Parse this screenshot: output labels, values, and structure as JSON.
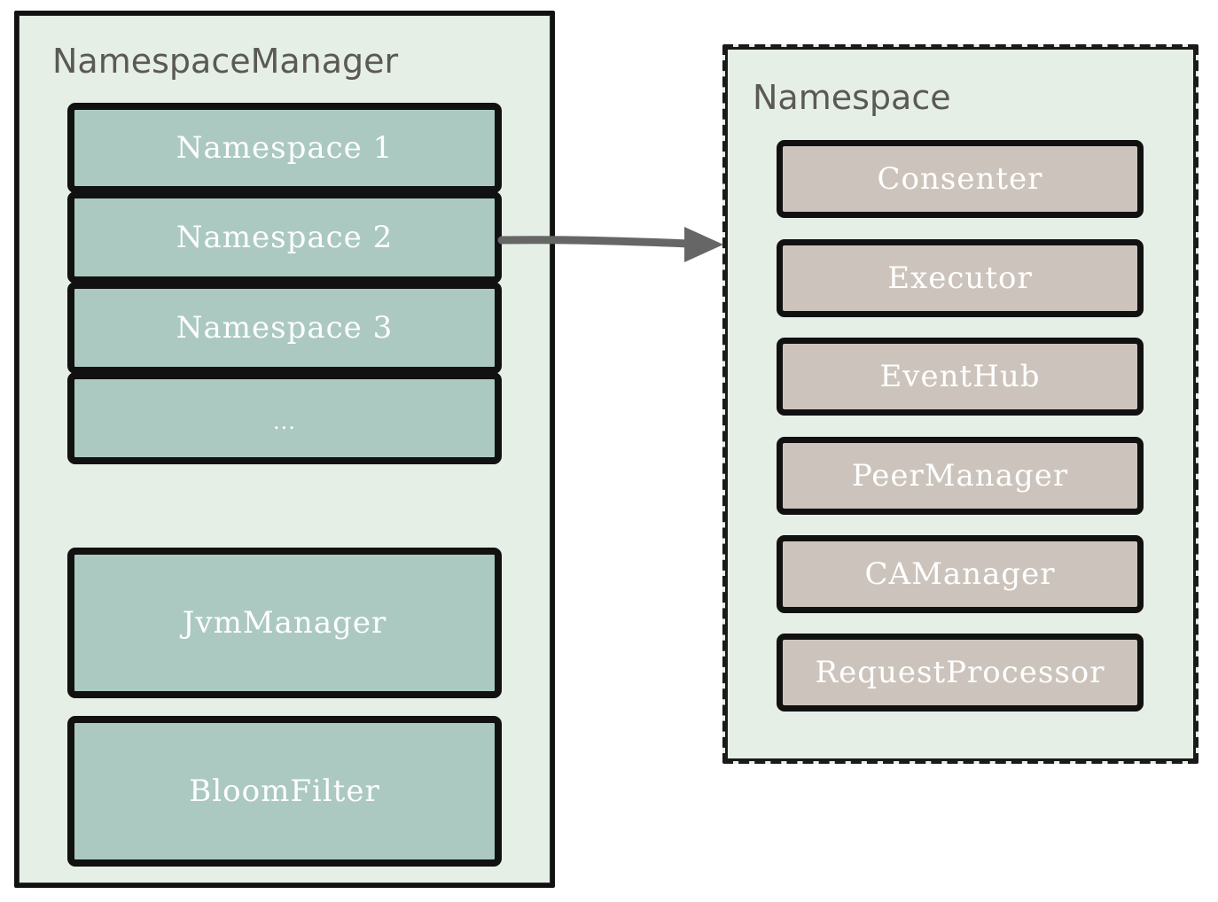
{
  "namespace_manager": {
    "title": "NamespaceManager",
    "namespaces": [
      "Namespace 1",
      "Namespace 2",
      "Namespace 3",
      "..."
    ],
    "jvm_manager": "JvmManager",
    "bloom_filter": "BloomFilter"
  },
  "namespace": {
    "title": "Namespace",
    "components": [
      "Consenter",
      "Executor",
      "EventHub",
      "PeerManager",
      "CAManager",
      "RequestProcessor"
    ]
  },
  "colors": {
    "panel_bg": "#e6efe6",
    "green_box": "#abc9c1",
    "taupe_box": "#ccc4bc",
    "border": "#111111",
    "title_text": "#5a5a52",
    "arrow": "#666666"
  }
}
